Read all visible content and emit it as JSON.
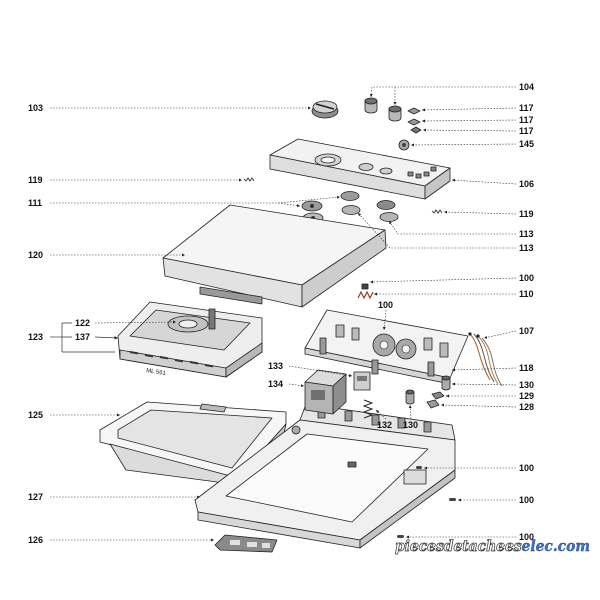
{
  "labels": {
    "left": [
      "103",
      "119",
      "111",
      "120",
      "122",
      "123",
      "137",
      "125",
      "127",
      "126"
    ],
    "right": [
      "104",
      "117",
      "117",
      "117",
      "145",
      "106",
      "119",
      "113",
      "113",
      "100",
      "110",
      "107",
      "118",
      "130",
      "129",
      "128",
      "100",
      "100",
      "100"
    ],
    "inner": [
      "100",
      "133",
      "134",
      "132",
      "130"
    ]
  },
  "part_marking": "ML 561",
  "watermark": {
    "prefix": "piecesdetachees",
    "suffix": "elec.com"
  }
}
